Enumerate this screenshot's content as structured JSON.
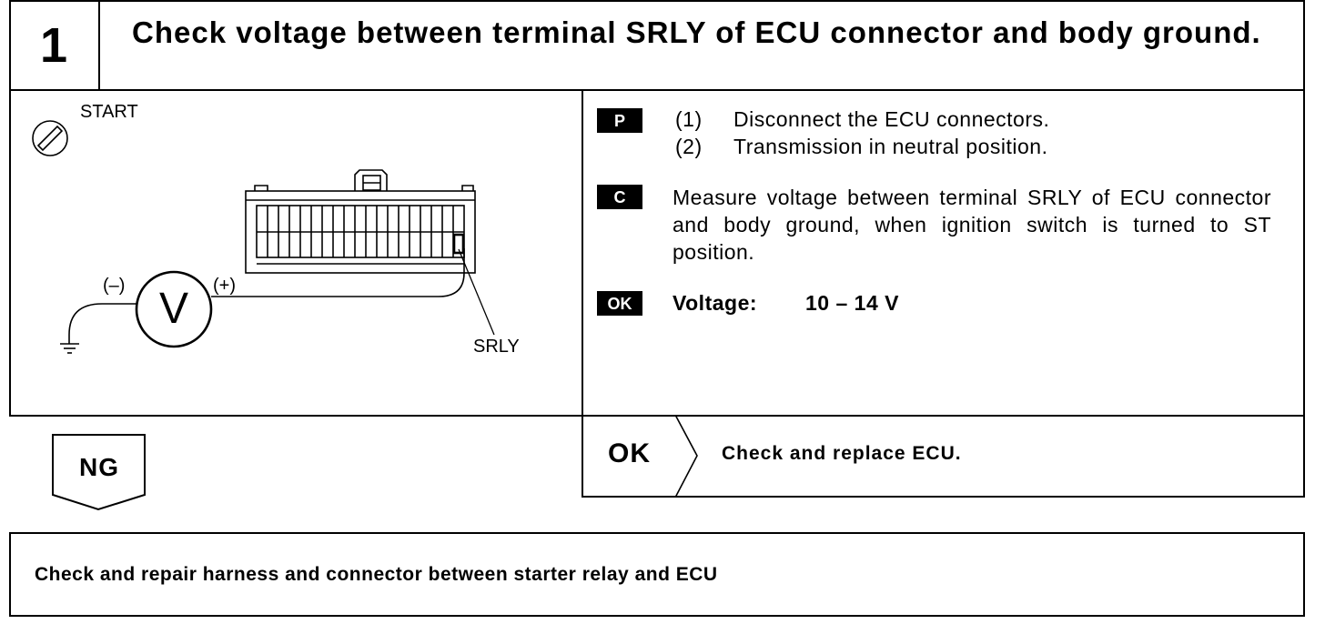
{
  "step": {
    "number": "1",
    "title": "Check voltage between terminal SRLY of ECU connector and body ground."
  },
  "diagram": {
    "start_label": "START",
    "minus_label": "(–)",
    "plus_label": "(+)",
    "meter_label": "V",
    "terminal_label": "SRLY",
    "icons": [
      "ignition-key-icon",
      "voltmeter-icon",
      "ground-icon",
      "ecu-connector-icon"
    ]
  },
  "instructions": {
    "prepare": {
      "tag": "P",
      "steps": [
        {
          "num": "(1)",
          "text": "Disconnect the ECU connectors."
        },
        {
          "num": "(2)",
          "text": "Transmission in neutral position."
        }
      ]
    },
    "check": {
      "tag": "C",
      "text": "Measure voltage between terminal SRLY of ECU connector and body ground, when ignition switch is turned to ST position."
    },
    "ok": {
      "tag": "OK",
      "label": "Voltage:",
      "value": "10 – 14 V"
    }
  },
  "results": {
    "ng_label": "NG",
    "ok_label": "OK",
    "ok_action": "Check and replace ECU."
  },
  "ng_action": "Check and repair harness and connector between starter relay and ECU"
}
